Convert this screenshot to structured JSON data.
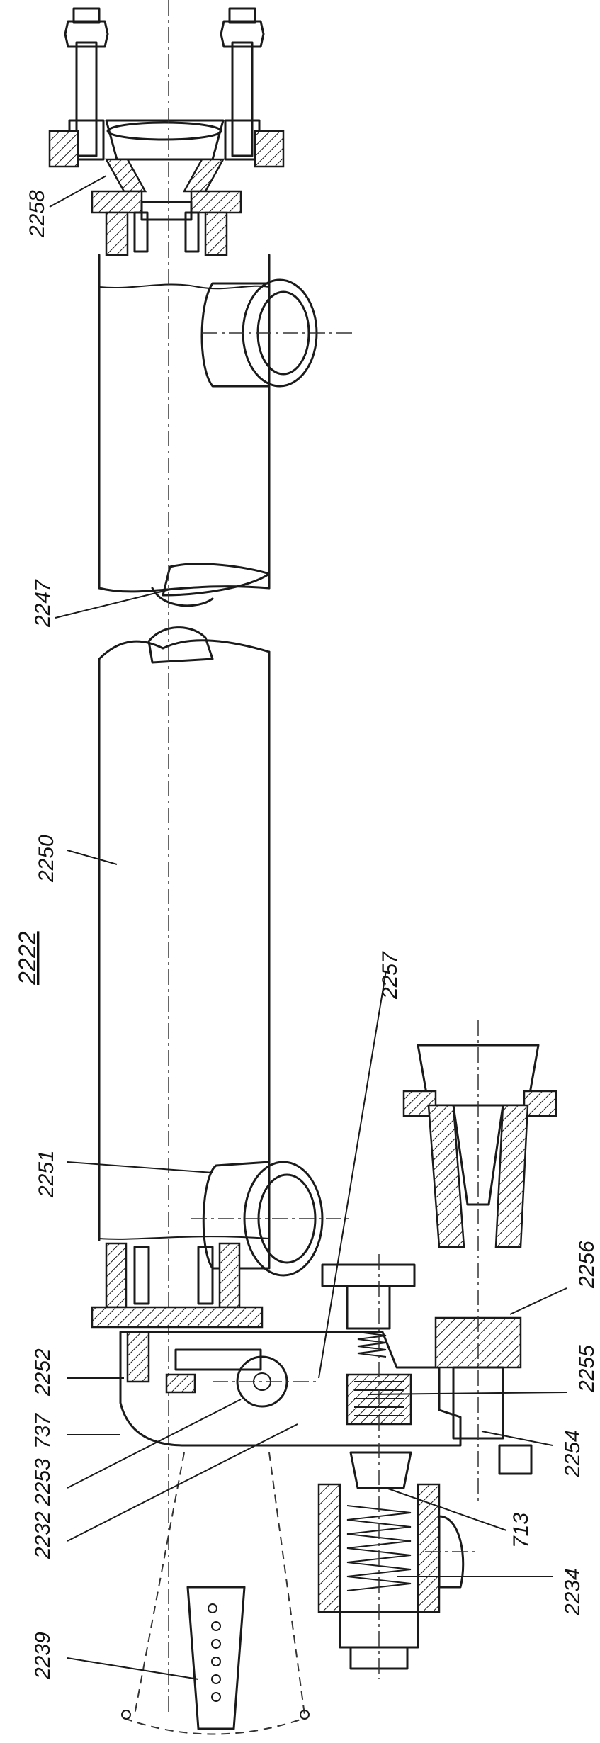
{
  "figure": {
    "title": "2222",
    "labels": {
      "l2258": "2258",
      "l2247": "2247",
      "l2250": "2250",
      "l2257": "2257",
      "l2251": "2251",
      "l2256": "2256",
      "l2252": "2252",
      "l2255": "2255",
      "l737": "737",
      "l2254": "2254",
      "l2253": "2253",
      "l2232": "2232",
      "l713": "713",
      "l2239": "2239",
      "l2234": "2234"
    }
  }
}
